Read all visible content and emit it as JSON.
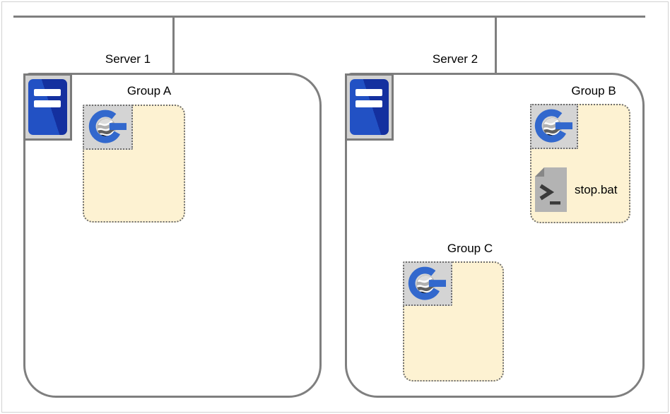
{
  "diagram": {
    "type": "network-deployment-diagram",
    "colors": {
      "connector_gray": "#7f7f7f",
      "group_fill": "#fdf2d2",
      "dotted_border_gray": "#6e6e6e",
      "icon_tile_gray": "#d4d4d4",
      "server_blue_light": "#2251c4",
      "server_blue_dark": "#14309f",
      "logo_blue": "#3268cd",
      "file_gray": "#b3b3b3",
      "label_color": "#000000"
    }
  },
  "servers": [
    {
      "label": "Server 1",
      "icon": "server-tower-icon",
      "groups": [
        {
          "label": "Group A",
          "icon": "geoserver-logo-icon",
          "items": []
        }
      ]
    },
    {
      "label": "Server 2",
      "icon": "server-tower-icon",
      "groups": [
        {
          "label": "Group B",
          "icon": "geoserver-logo-icon",
          "items": [
            {
              "label": "stop.bat",
              "icon": "batch-script-file-icon"
            }
          ]
        },
        {
          "label": "Group C",
          "icon": "geoserver-logo-icon",
          "items": []
        }
      ]
    }
  ]
}
